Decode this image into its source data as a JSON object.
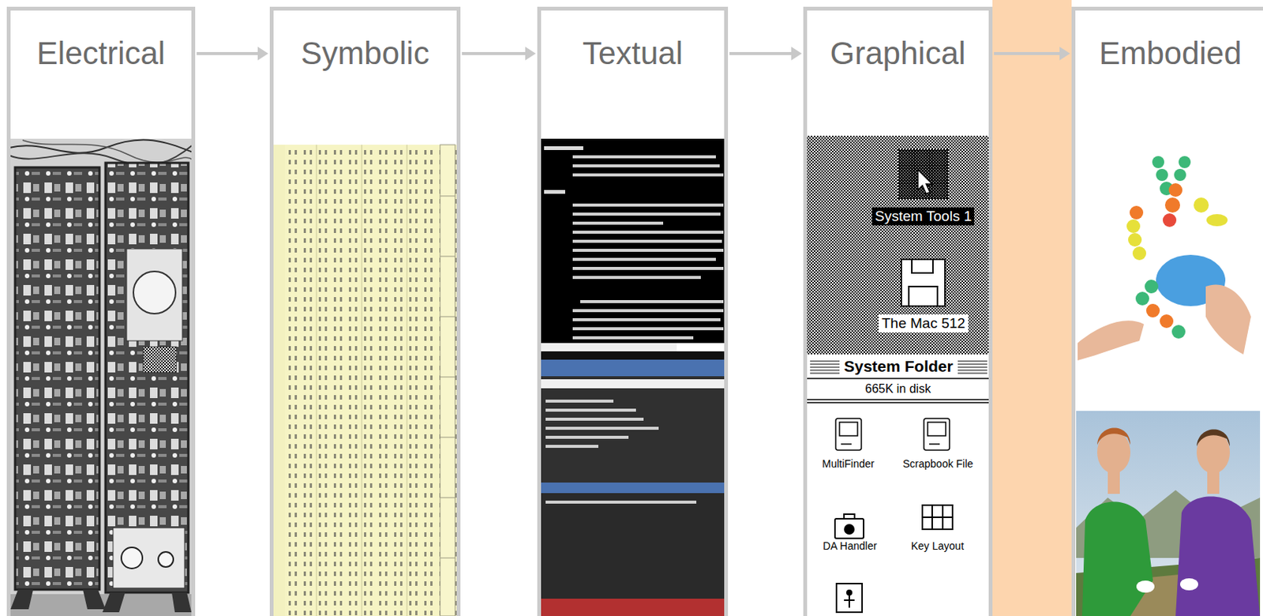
{
  "diagram": {
    "nodes": [
      {
        "text": [
          "Electrical"
        ]
      },
      {
        "text": [
          "Symbolic"
        ]
      },
      {
        "text": [
          "Textual"
        ]
      },
      {
        "text": [
          "Graphical"
        ]
      },
      {
        "text": [
          "Embodied"
        ]
      }
    ],
    "edges": [
      {
        "from": 0,
        "to": 1,
        "arrow": "to"
      },
      {
        "from": 1,
        "to": 2,
        "arrow": "to"
      },
      {
        "from": 2,
        "to": 3,
        "arrow": "to"
      },
      {
        "from": 3,
        "to": 4,
        "arrow": "to"
      }
    ],
    "labels": [
      "System Tools 1",
      "The Mac 512",
      "System Folder",
      "665K in disk",
      "MultiFinder",
      "Scrapbook File",
      "DA Handler",
      "Key Layout"
    ]
  }
}
